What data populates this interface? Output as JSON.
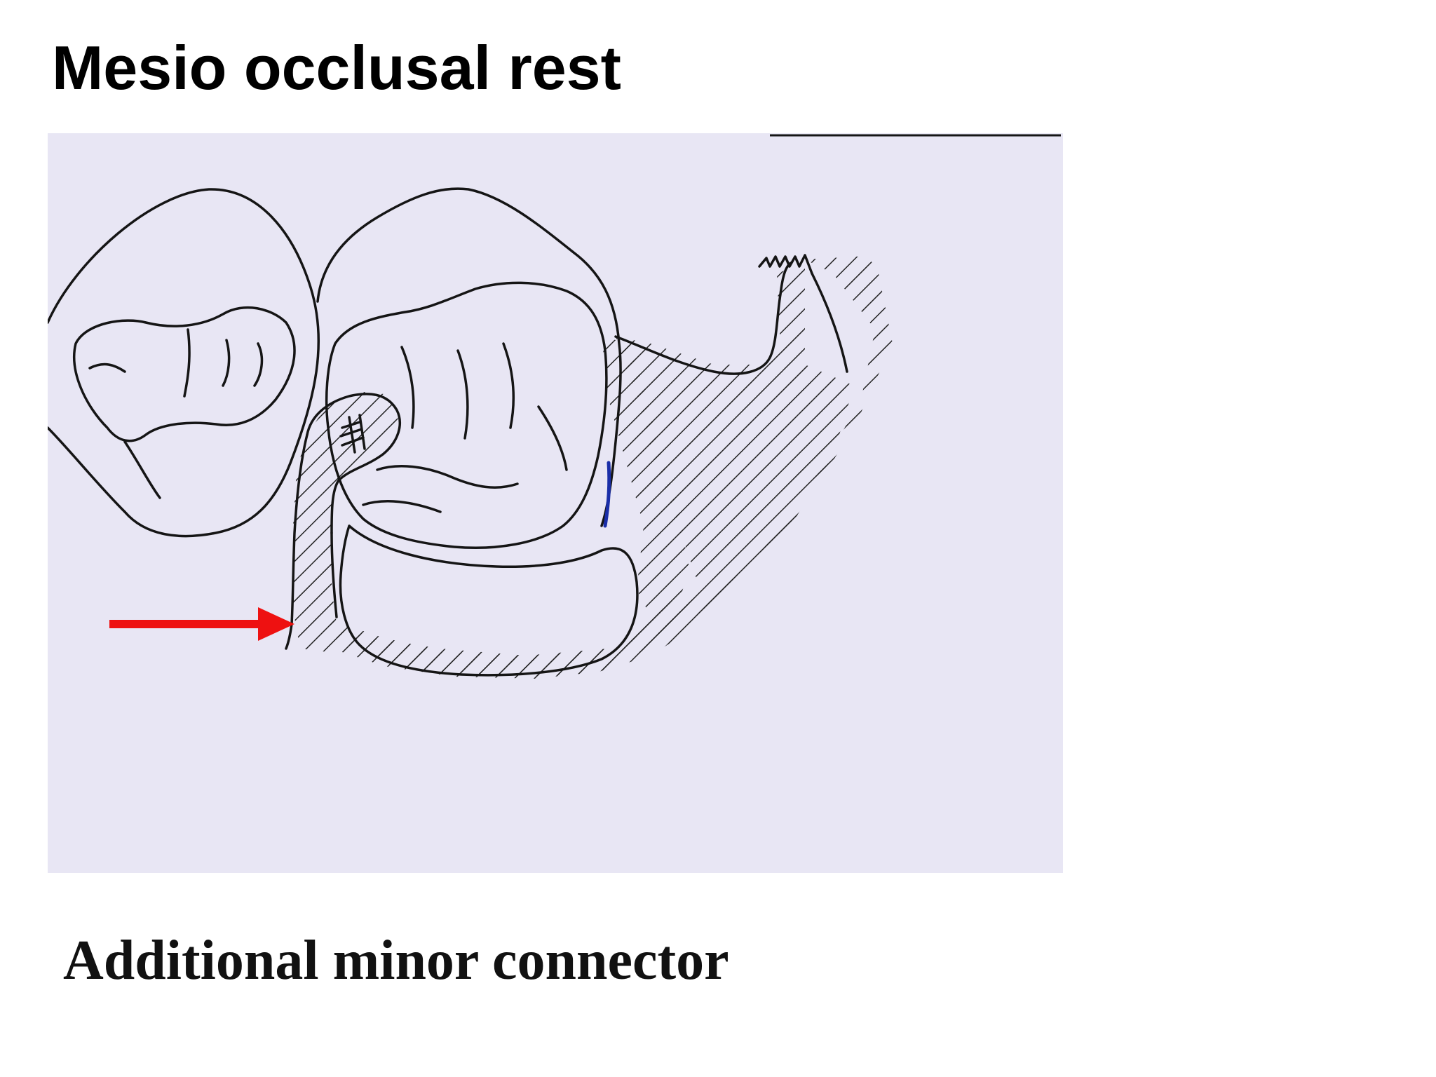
{
  "slide": {
    "title": "Mesio occlusal rest",
    "caption": "Additional minor connector"
  },
  "diagram": {
    "subject": "teeth-with-partial-denture-framework",
    "colors": {
      "paper": "#e8e6f4",
      "ink": "#151515",
      "arrow": "#ee1111",
      "hatch": "#222222",
      "blue_mark": "#1a2ea8"
    }
  }
}
